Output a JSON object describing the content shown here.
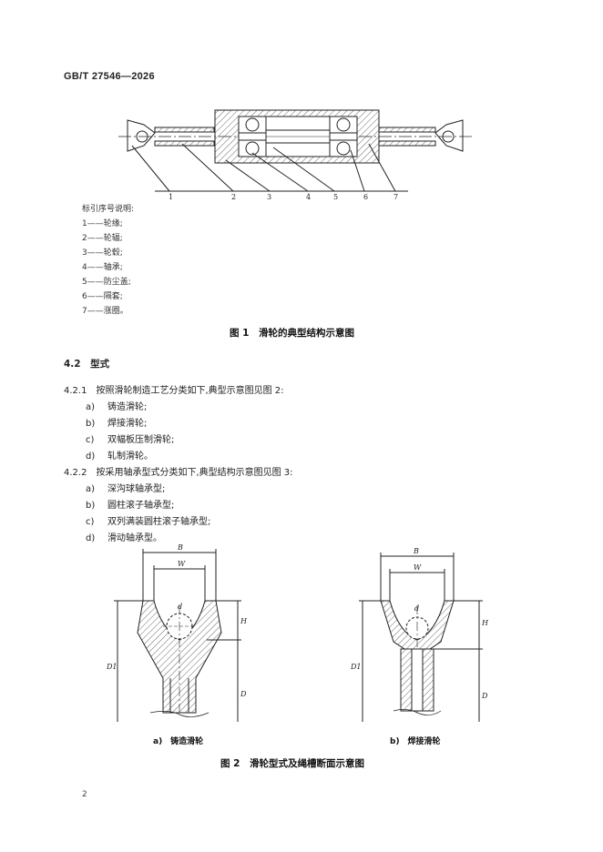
{
  "header": {
    "standard_number": "GB/T 27546—2026"
  },
  "figure1": {
    "callouts": [
      "1",
      "2",
      "3",
      "4",
      "5",
      "6",
      "7"
    ],
    "legend_title": "标引序号说明:",
    "legend": [
      "1——轮缘;",
      "2——轮辐;",
      "3——轮毂;",
      "4——轴承;",
      "5——防尘盖;",
      "6——隔套;",
      "7——涨圈。"
    ],
    "caption": "图 1　滑轮的典型结构示意图"
  },
  "section": {
    "heading": "4.2　型式"
  },
  "clause1": {
    "text": "4.2.1　按照滑轮制造工艺分类如下,典型示意图见图 2:",
    "items": [
      {
        "marker": "a)",
        "text": "铸造滑轮;"
      },
      {
        "marker": "b)",
        "text": "焊接滑轮;"
      },
      {
        "marker": "c)",
        "text": "双幅板压制滑轮;"
      },
      {
        "marker": "d)",
        "text": "轧制滑轮。"
      }
    ]
  },
  "clause2": {
    "text": "4.2.2　按采用轴承型式分类如下,典型结构示意图见图 3:",
    "items": [
      {
        "marker": "a)",
        "text": "深沟球轴承型;"
      },
      {
        "marker": "b)",
        "text": "圆柱滚子轴承型;"
      },
      {
        "marker": "c)",
        "text": "双列满装圆柱滚子轴承型;"
      },
      {
        "marker": "d)",
        "text": "滑动轴承型。"
      }
    ]
  },
  "figure2": {
    "dim_labels": {
      "B": "B",
      "W": "W",
      "d": "d",
      "H": "H",
      "D1": "D1",
      "D": "D"
    },
    "sub_a": "a)　铸造滑轮",
    "sub_b": "b)　焊接滑轮",
    "caption": "图 2　滑轮型式及绳槽断面示意图"
  },
  "page": {
    "number": "2"
  }
}
